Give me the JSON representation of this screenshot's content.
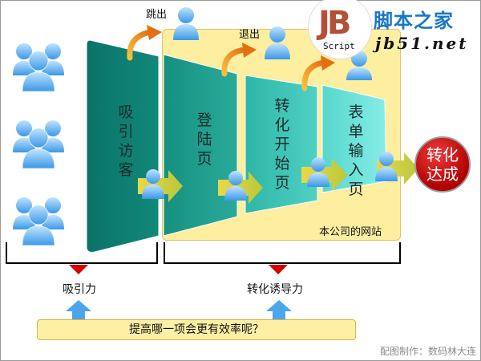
{
  "logo": {
    "mark": "JB",
    "mark_sub": "Script",
    "site_name_cn": "脚本之家",
    "site_domain": "jb51.net"
  },
  "funnel": {
    "stages": [
      {
        "label": "吸引访客",
        "color": "#0e7f70"
      },
      {
        "label": "登陆页",
        "color": "#1f9c8d"
      },
      {
        "label": "转化开始页",
        "color": "#3cc2b4"
      },
      {
        "label": "表单输入页",
        "color": "#6ee3da"
      }
    ],
    "exits": [
      {
        "label": "跳出"
      },
      {
        "label": "退出"
      }
    ],
    "site_box_label": "本公司的网站",
    "goal_label_line1": "转化",
    "goal_label_line2": "达成"
  },
  "brackets": [
    {
      "label": "吸引力"
    },
    {
      "label": "转化诱导力"
    }
  ],
  "question": "提高哪一项会更有效率呢？",
  "credit": "配图制作：数码林大连",
  "colors": {
    "site_box": "#fdeea0",
    "goal_red": "#c40000",
    "marker_red": "#d40000",
    "person_blue": "#4aa8ec",
    "arrow_orange": "#f08a1c",
    "arrow_green": "#c8d040"
  }
}
